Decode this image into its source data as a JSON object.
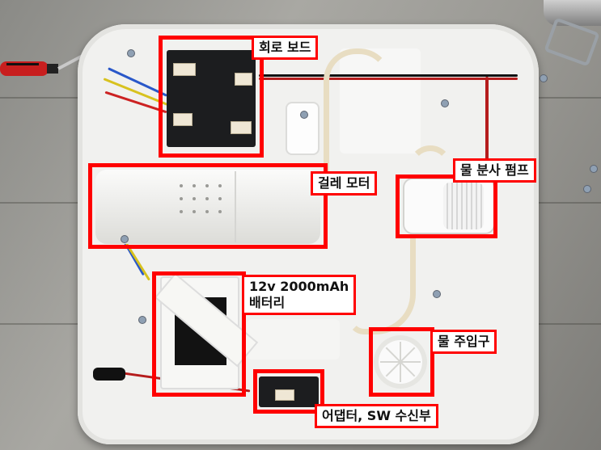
{
  "annotations": [
    {
      "id": "circuit-board",
      "label": "회로 보드"
    },
    {
      "id": "mop-motor",
      "label": "걸레 모터"
    },
    {
      "id": "water-spray-pump",
      "label": "물 분사 펌프"
    },
    {
      "id": "battery",
      "label": "12v 2000mAh\n배터리"
    },
    {
      "id": "water-inlet",
      "label": "물 주입구"
    },
    {
      "id": "adapter-switch-receiver",
      "label": "어댑터, SW 수신부"
    }
  ],
  "colors": {
    "annotation_box": "#ff0000",
    "tag_background": "#ffffff",
    "tag_text": "#111111"
  }
}
